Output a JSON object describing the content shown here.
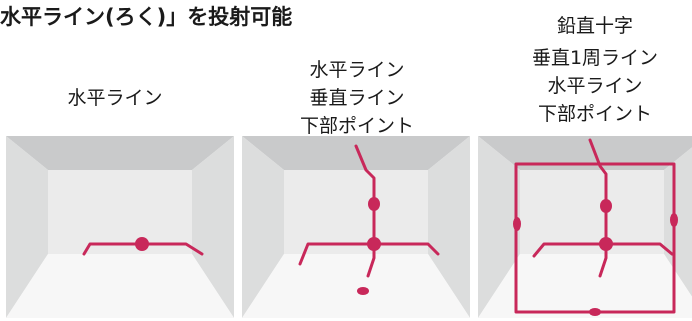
{
  "title": "水平ライン(ろく)」を投射可能",
  "panels": [
    {
      "labels": [
        "水平ライン"
      ]
    },
    {
      "labels": [
        "水平ライン",
        "垂直ライン",
        "下部ポイント"
      ]
    },
    {
      "labels": [
        "鉛直十字",
        "垂直1周ライン",
        "水平ライン",
        "下部ポイント"
      ]
    }
  ],
  "colors": {
    "laser": "#c8285a",
    "ceiling": "#c9cacb",
    "side_wall": "#dcdddd",
    "back_wall": "#ebebeb",
    "floor": "#f7f7f7"
  }
}
